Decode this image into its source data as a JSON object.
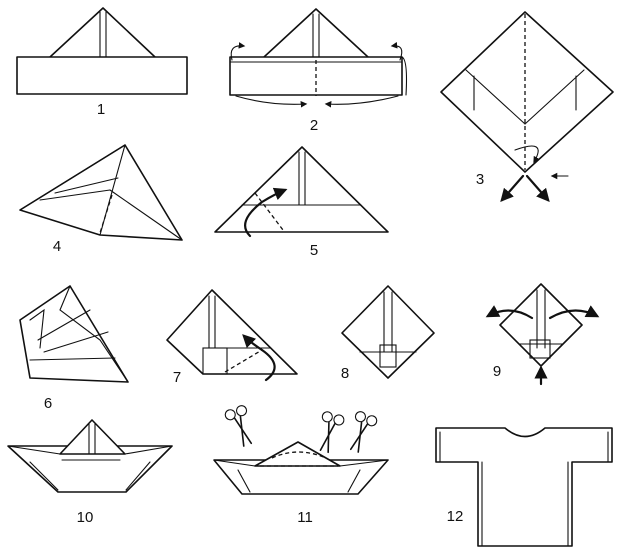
{
  "diagram": {
    "steps": [
      {
        "id": "1",
        "label": "1"
      },
      {
        "id": "2",
        "label": "2"
      },
      {
        "id": "3",
        "label": "3"
      },
      {
        "id": "4",
        "label": "4"
      },
      {
        "id": "5",
        "label": "5"
      },
      {
        "id": "6",
        "label": "6"
      },
      {
        "id": "7",
        "label": "7"
      },
      {
        "id": "8",
        "label": "8"
      },
      {
        "id": "9",
        "label": "9"
      },
      {
        "id": "10",
        "label": "10"
      },
      {
        "id": "11",
        "label": "11"
      },
      {
        "id": "12",
        "label": "12"
      }
    ]
  }
}
